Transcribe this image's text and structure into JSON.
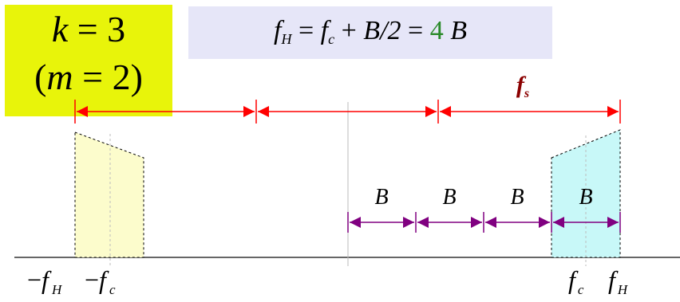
{
  "k_box": {
    "k_var": "k",
    "k_eq": " = 3",
    "m_open": "(",
    "m_var": "m",
    "m_eq": " = 2)"
  },
  "equation": {
    "fH": "f",
    "fH_sub": "H",
    "eq1": " = ",
    "fc": "f",
    "fc_sub": "c",
    "plus": " + ",
    "b_over_2": "B/2",
    "eq2": " = ",
    "four": "4",
    "b": "B"
  },
  "fs_label": {
    "var": "f",
    "sub": "s"
  },
  "bandwidth_labels": [
    "B",
    "B",
    "B",
    "B"
  ],
  "axis_labels": {
    "neg_fH": {
      "minus": "−",
      "var": "f",
      "sub": "H"
    },
    "neg_fc": {
      "minus": "−",
      "var": "f",
      "sub": "c"
    },
    "fc": {
      "var": "f",
      "sub": "c"
    },
    "fH": {
      "var": "f",
      "sub": "H"
    }
  },
  "colors": {
    "fs_arrow": "#ff0000",
    "fs_label": "#8b0000",
    "b_arrow": "#800080",
    "left_band_fill": "#fcfccc",
    "right_band_fill": "#c8f8f8",
    "k_box": "#e8f40a",
    "equation_box": "#e6e6f8",
    "four": "#2a8a2a"
  }
}
